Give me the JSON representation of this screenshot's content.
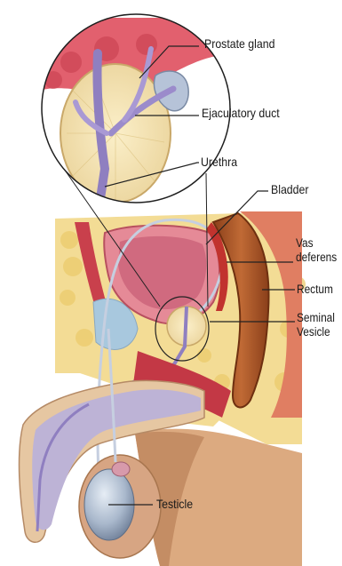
{
  "labels": {
    "prostate_gland": "Prostate gland",
    "ejaculatory_duct": "Ejaculatory duct",
    "urethra": "Urethra",
    "bladder": "Bladder",
    "vas_deferens_1": "Vas",
    "vas_deferens_2": "deferens",
    "rectum": "Rectum",
    "seminal_vesicle_1": "Seminal",
    "seminal_vesicle_2": "Vesicle",
    "testicle": "Testicle"
  },
  "colors": {
    "background": "#ffffff",
    "fat": "#f3d98a",
    "fat_dark": "#e6c25c",
    "muscle": "#c93a4a",
    "bladder": "#e0808f",
    "bladder_inner": "#c2607a",
    "prostate": "#f2dfa8",
    "duct": "#8f7fc0",
    "rectum": "#b4602e",
    "rectum_dark": "#7e3a1a",
    "skin": "#e8b98c",
    "penis": "#b9afd2",
    "testicle": "#a9b8cc",
    "bone": "#f7f1e6",
    "leader_line": "#222222"
  }
}
